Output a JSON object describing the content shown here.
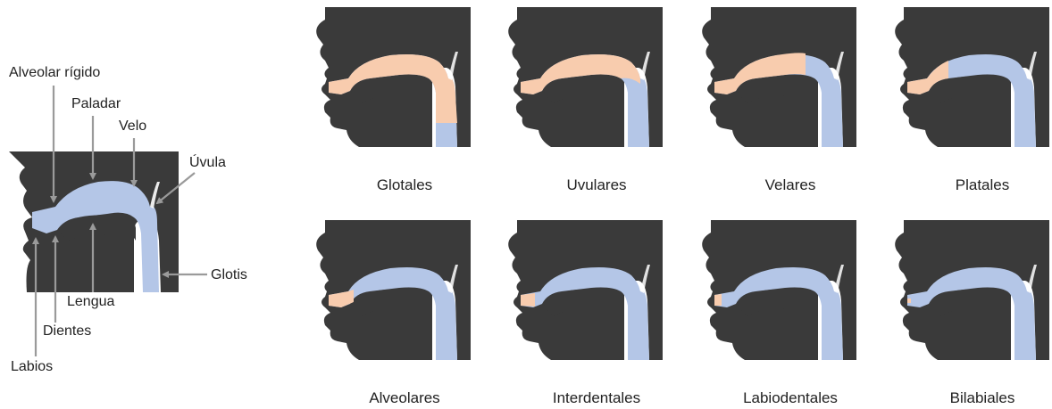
{
  "colors": {
    "head": "#3a3a3a",
    "airflow": "#b4c6e7",
    "constriction": "#f8ccae",
    "arrow": "#9a9a9a",
    "text": "#222222"
  },
  "main_diagram": {
    "labels": {
      "alveolar": "Alveolar rígido",
      "paladar": "Paladar",
      "velo": "Velo",
      "uvula": "Úvula",
      "glotis": "Glotis",
      "lengua": "Lengua",
      "dientes": "Dientes",
      "labios": "Labios"
    }
  },
  "panels": [
    {
      "label": "Glotales",
      "point": "glotis"
    },
    {
      "label": "Uvulares",
      "point": "uvula"
    },
    {
      "label": "Velares",
      "point": "velo"
    },
    {
      "label": "Platales",
      "point": "paladar"
    },
    {
      "label": "Alveolares",
      "point": "alveolar"
    },
    {
      "label": "Interdentales",
      "point": "dientes"
    },
    {
      "label": "Labiodentales",
      "point": "labios-dientes"
    },
    {
      "label": "Bilabiales",
      "point": "labios"
    }
  ]
}
